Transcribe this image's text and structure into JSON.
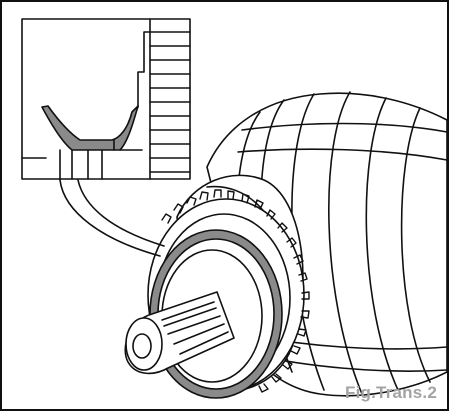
{
  "figure": {
    "caption": "Fig.Trans.2"
  },
  "colors": {
    "line": "#111111",
    "highlight": "#8a8a8a",
    "caption": "#a3a3a3",
    "background": "#ffffff"
  },
  "parts": [
    "detail-inset",
    "cv-joint-boot",
    "abs-reluctor-ring",
    "seal-ring",
    "splined-shaft"
  ]
}
